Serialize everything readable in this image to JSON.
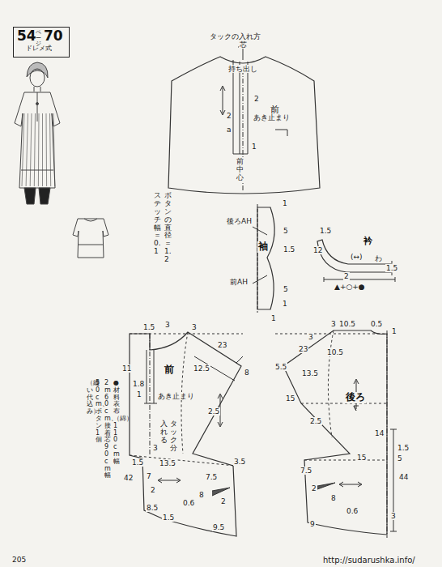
{
  "diagram": {
    "nodes": [
      {
        "text": [
          "54",
          "ページ",
          "70",
          "ドレメ式"
        ]
      },
      {
        "text": [
          "前"
        ]
      },
      {
        "text": [
          "袖"
        ]
      },
      {
        "text": [
          "衿"
        ]
      },
      {
        "text": [
          "前"
        ]
      },
      {
        "text": [
          "後ろ"
        ]
      }
    ],
    "labels": [
      "タックの入れ方",
      "芯",
      "持ち出し",
      "2",
      "2",
      "あき止まり",
      "a",
      "1",
      "前中心",
      "ボタンの直径＝1.2",
      "ステッチ幅＝0.1",
      "後ろAH",
      "前AH",
      "1",
      "5",
      "1.5",
      "5",
      "1",
      "1",
      "1.5",
      "12",
      "(↔)",
      "わ",
      "1.5",
      "2",
      "▲+○+●",
      "1.5",
      "3",
      "3",
      "23",
      "11",
      "1.8",
      "1",
      "12.5",
      "8",
      "あき止まり",
      "2.5",
      "タック分",
      "入れる",
      "3",
      "1.5",
      "13.5",
      "42",
      "7",
      "2",
      "7.5",
      "3.5",
      "8",
      "2",
      "8.5",
      "1.5",
      "0.6",
      "9.5",
      "3",
      "10.5",
      "0.5",
      "1",
      "3",
      "10.5",
      "23",
      "5.5",
      "13.5",
      "15",
      "2.5",
      "14",
      "1.5",
      "5",
      "44",
      "15",
      "7.5",
      "2",
      "8",
      "0.6",
      "9",
      "3",
      "●材料　表布（綿）110cm幅",
      "2m60cm、接着芯90cm幅",
      "50cm、ボタン1個",
      "（縫い代込み）",
      "205",
      "http://sudarushka.info/"
    ]
  }
}
